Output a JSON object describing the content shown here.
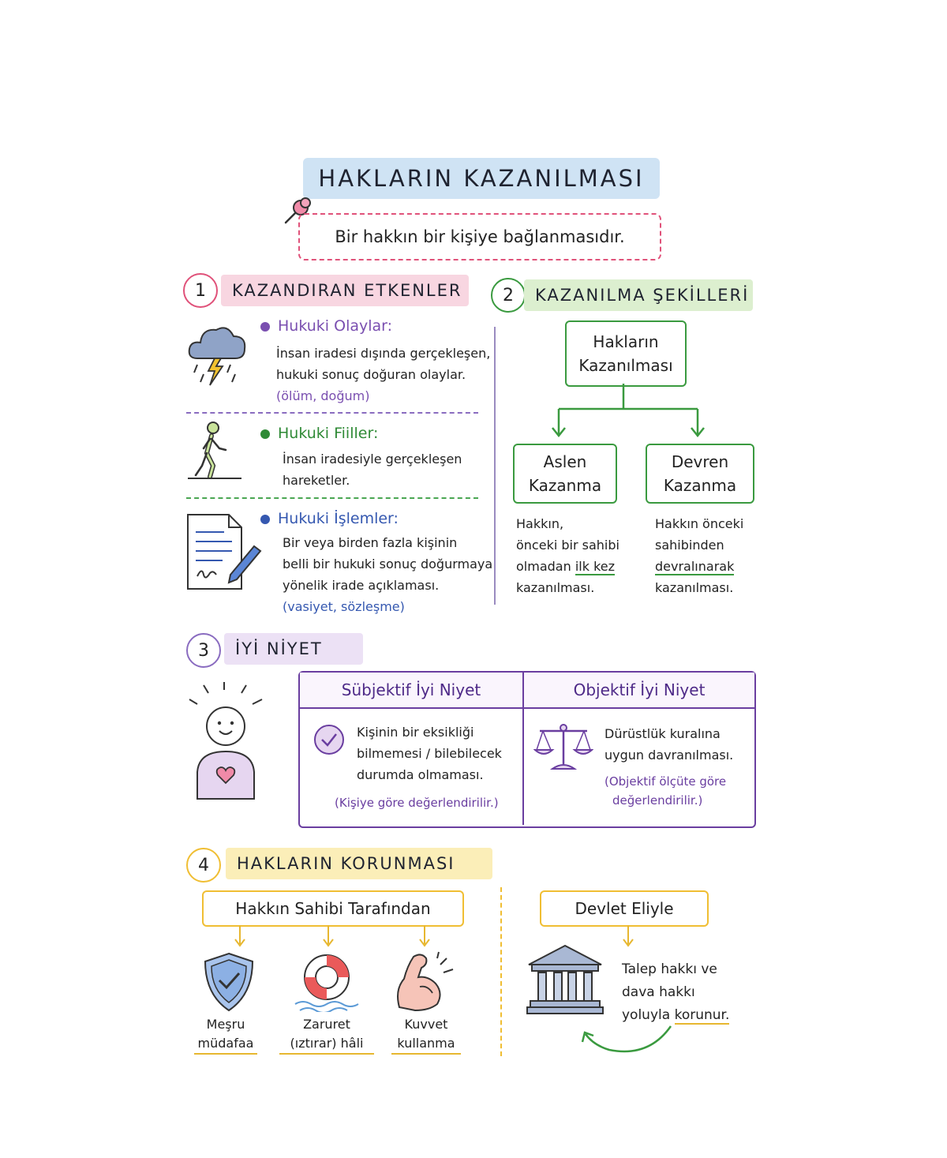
{
  "title": "HAKLARIN KAZANILMASI",
  "definition": "Bir hakkın bir kişiye bağlanmasıdır.",
  "section1": {
    "number": "1",
    "heading": "KAZANDIRAN ETKENLER",
    "items": [
      {
        "title": "Hukuki Olaylar:",
        "lines": [
          "İnsan iradesi dışında gerçekleşen,",
          "hukuki sonuç doğuran olaylar."
        ],
        "example": "(ölüm, doğum)",
        "color": "#7a4fb0",
        "icon": "storm-cloud-icon"
      },
      {
        "title": "Hukuki Fiiller:",
        "lines": [
          "İnsan iradesiyle gerçekleşen",
          "hareketler."
        ],
        "example": "",
        "color": "#2f8a36",
        "icon": "walking-person-icon"
      },
      {
        "title": "Hukuki İşlemler:",
        "lines": [
          "Bir veya birden fazla kişinin",
          "belli bir hukuki sonuç doğurmaya",
          "yönelik irade açıklaması."
        ],
        "example": "(vasiyet, sözleşme)",
        "color": "#3558b0",
        "icon": "signed-document-icon"
      }
    ]
  },
  "section2": {
    "number": "2",
    "heading": "KAZANILMA ŞEKİLLERİ",
    "root": [
      "Hakların",
      "Kazanılması"
    ],
    "left": {
      "label": [
        "Aslen",
        "Kazanma"
      ],
      "desc": [
        "Hakkın,",
        "önceki bir sahibi",
        "olmadan",
        "ilk kez",
        "kazanılması."
      ]
    },
    "right": {
      "label": [
        "Devren",
        "Kazanma"
      ],
      "desc": [
        "Hakkın önceki",
        "sahibinden",
        "devralınarak",
        "kazanılması."
      ]
    }
  },
  "section3": {
    "number": "3",
    "heading": "İYİ NİYET",
    "subjective": {
      "title": "Sübjektif İyi Niyet",
      "lines": [
        "Kişinin bir eksikliği",
        "bilmemesi / bilebilecek",
        "durumda olmaması."
      ],
      "note": "(Kişiye göre değerlendirilir.)"
    },
    "objective": {
      "title": "Objektif İyi Niyet",
      "lines": [
        "Dürüstlük kuralına",
        "uygun davranılması."
      ],
      "note": [
        "(Objektif ölçüte göre",
        "değerlendirilir.)"
      ]
    }
  },
  "section4": {
    "number": "4",
    "heading": "HAKLARIN KORUNMASI",
    "owner": {
      "label": "Hakkın Sahibi Tarafından",
      "items": [
        {
          "lines": [
            "Meşru",
            "müdafaa"
          ],
          "icon": "shield-check-icon"
        },
        {
          "lines": [
            "Zaruret",
            "(ıztırar) hâli"
          ],
          "icon": "lifebuoy-icon"
        },
        {
          "lines": [
            "Kuvvet",
            "kullanma"
          ],
          "icon": "flexed-arm-icon"
        }
      ]
    },
    "state": {
      "label": "Devlet Eliyle",
      "lines": [
        "Talep hakkı ve",
        "dava hakkı",
        "yoluyla",
        "korunur."
      ],
      "icon": "courthouse-icon"
    }
  },
  "colors": {
    "pink": "#e0527a",
    "blue_band": "#cfe3f4",
    "green": "#3a9a3f",
    "purple": "#6a3ea0",
    "yellow": "#f0be33"
  }
}
